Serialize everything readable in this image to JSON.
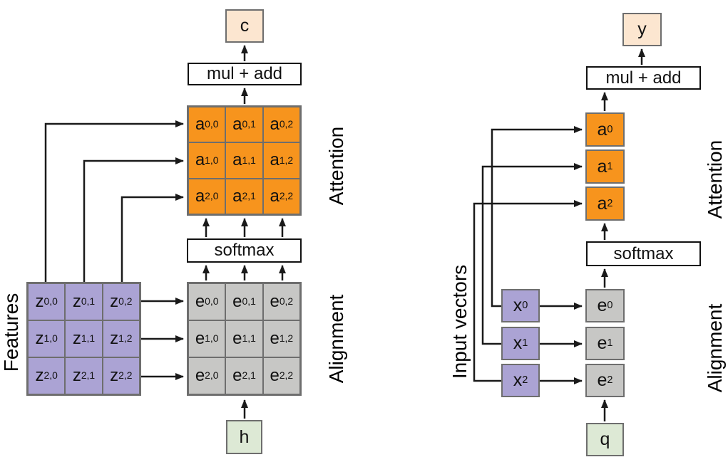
{
  "colors": {
    "purple": "#aba3d4",
    "orange": "#f7941d",
    "gray": "#c7c7c5",
    "peach": "#fce6d0",
    "green": "#dde9d5",
    "box_border": "#6e6e6e",
    "white_box_border": "#111111",
    "line": "#1a1a1a",
    "label_text": "#000000"
  },
  "left": {
    "features_label": "Features",
    "attention_label": "Attention",
    "alignment_label": "Alignment",
    "output_label": "c",
    "mul_add_label": "mul + add",
    "softmax_label": "softmax",
    "input_label": "h",
    "attention_grid": {
      "base": "a",
      "subs": [
        "0,0",
        "0,1",
        "0,2",
        "1,0",
        "1,1",
        "1,2",
        "2,0",
        "2,1",
        "2,2"
      ]
    },
    "alignment_grid": {
      "base": "e",
      "subs": [
        "0,0",
        "0,1",
        "0,2",
        "1,0",
        "1,1",
        "1,2",
        "2,0",
        "2,1",
        "2,2"
      ]
    },
    "feature_grid": {
      "base": "z",
      "subs": [
        "0,0",
        "0,1",
        "0,2",
        "1,0",
        "1,1",
        "1,2",
        "2,0",
        "2,1",
        "2,2"
      ]
    }
  },
  "right": {
    "input_vectors_label": "Input vectors",
    "attention_label": "Attention",
    "alignment_label": "Alignment",
    "output_label": "y",
    "mul_add_label": "mul + add",
    "softmax_label": "softmax",
    "query_label": "q",
    "attention_boxes": {
      "base": "a",
      "subs": [
        "0",
        "1",
        "2"
      ]
    },
    "alignment_boxes": {
      "base": "e",
      "subs": [
        "0",
        "1",
        "2"
      ]
    },
    "input_boxes": {
      "base": "x",
      "subs": [
        "0",
        "1",
        "2"
      ]
    }
  }
}
